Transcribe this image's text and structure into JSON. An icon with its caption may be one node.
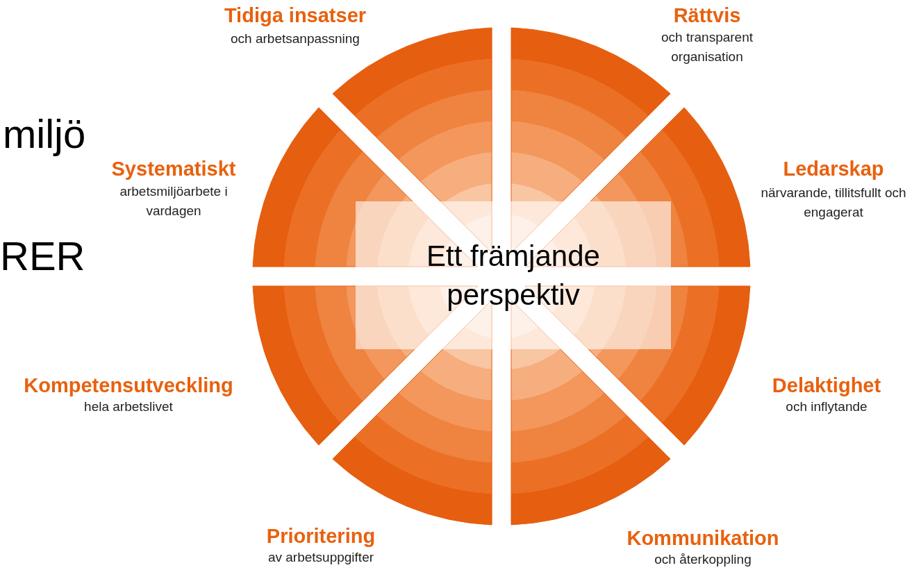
{
  "diagram": {
    "nodes": [
      {
        "text": [
          "Tidiga insatser",
          "och arbetsanpassning"
        ]
      },
      {
        "text": [
          "Rättvis",
          "och transparent organisation"
        ]
      },
      {
        "text": [
          "Ledarskap",
          "närvarande, tillitsfullt och engagerat"
        ]
      },
      {
        "text": [
          "Delaktighet",
          "och inflytande"
        ]
      },
      {
        "text": [
          "Kommunikation",
          "och återkoppling"
        ]
      },
      {
        "text": [
          "Prioritering",
          "av arbetsuppgifter"
        ]
      },
      {
        "text": [
          "Kompetensutveckling",
          "hela arbetslivet"
        ]
      },
      {
        "text": [
          "Systematiskt",
          "arbetsmiljöarbete i vardagen"
        ]
      },
      {
        "text": [
          "Ett främjande perspektiv"
        ]
      }
    ],
    "labels": [
      "miljö",
      "RER"
    ]
  }
}
